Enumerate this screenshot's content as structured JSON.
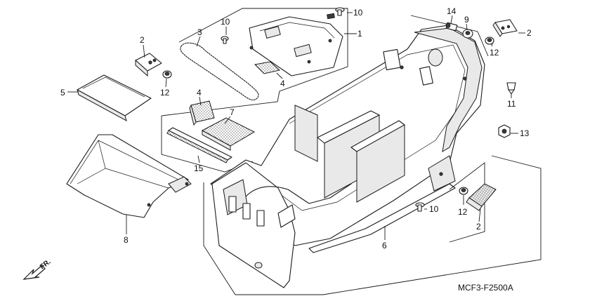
{
  "diagram_code": "MCF3-F2500A",
  "direction_label": "FR.",
  "callouts": {
    "c1": "1",
    "c2_left": "2",
    "c2_right": "2",
    "c2_bottom": "2",
    "c3": "3",
    "c4_top": "4",
    "c4_mid": "4",
    "c5": "5",
    "c6": "6",
    "c7": "7",
    "c8": "8",
    "c9": "9",
    "c10_top": "10",
    "c10_left": "10",
    "c10_bottom": "10",
    "c11": "11",
    "c12_left": "12",
    "c12_right": "12",
    "c12_bottom": "12",
    "c13": "13",
    "c14": "14",
    "c15": "15"
  }
}
